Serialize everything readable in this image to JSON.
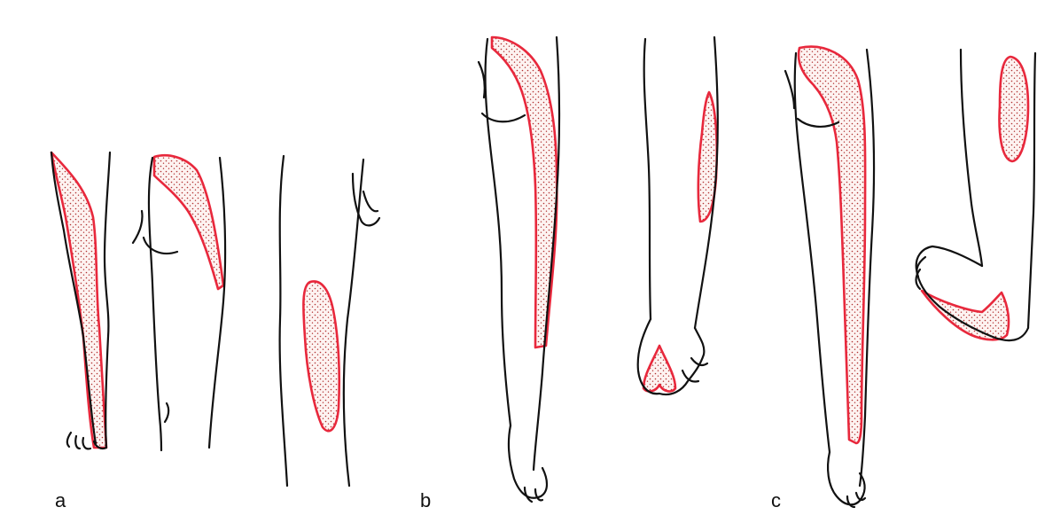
{
  "figure": {
    "panel_labels": {
      "a": "a",
      "b": "b",
      "c": "c"
    },
    "colors": {
      "outline": "#111111",
      "zone_border": "#e8283c",
      "zone_dots": "#b03030",
      "background": "#ffffff"
    }
  }
}
